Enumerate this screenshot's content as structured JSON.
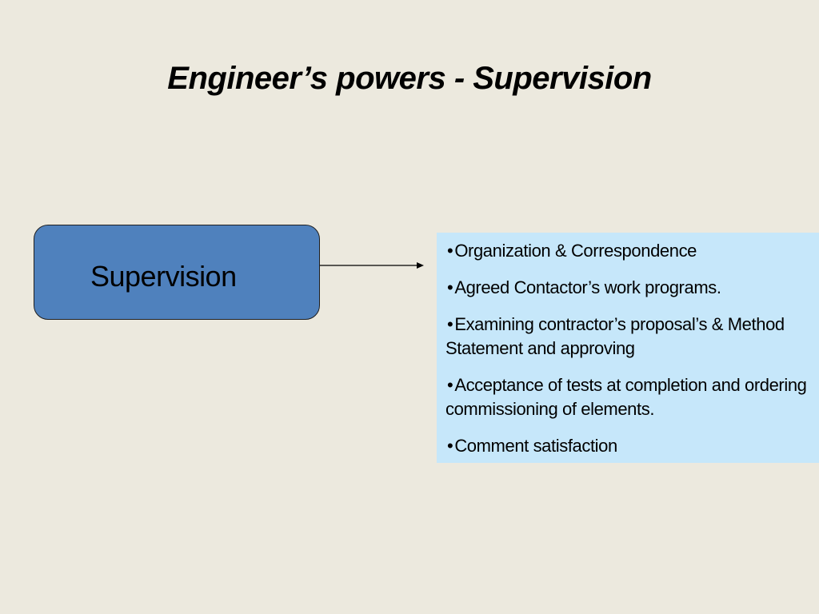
{
  "slide": {
    "title": "Engineer’s powers - Supervision",
    "background_color": "#ece9de"
  },
  "diagram": {
    "source_node": {
      "label": "Supervision",
      "fill_color": "#4f81bd"
    },
    "target_panel": {
      "fill_color": "#c6e7fa",
      "bullet": "•",
      "items": [
        "Organization & Correspondence",
        "Agreed Contactor’s work programs.",
        "Examining contractor’s proposal’s & Method Statement and approving",
        "Acceptance of tests at completion and ordering commissioning of elements.",
        "Comment satisfaction"
      ]
    }
  }
}
